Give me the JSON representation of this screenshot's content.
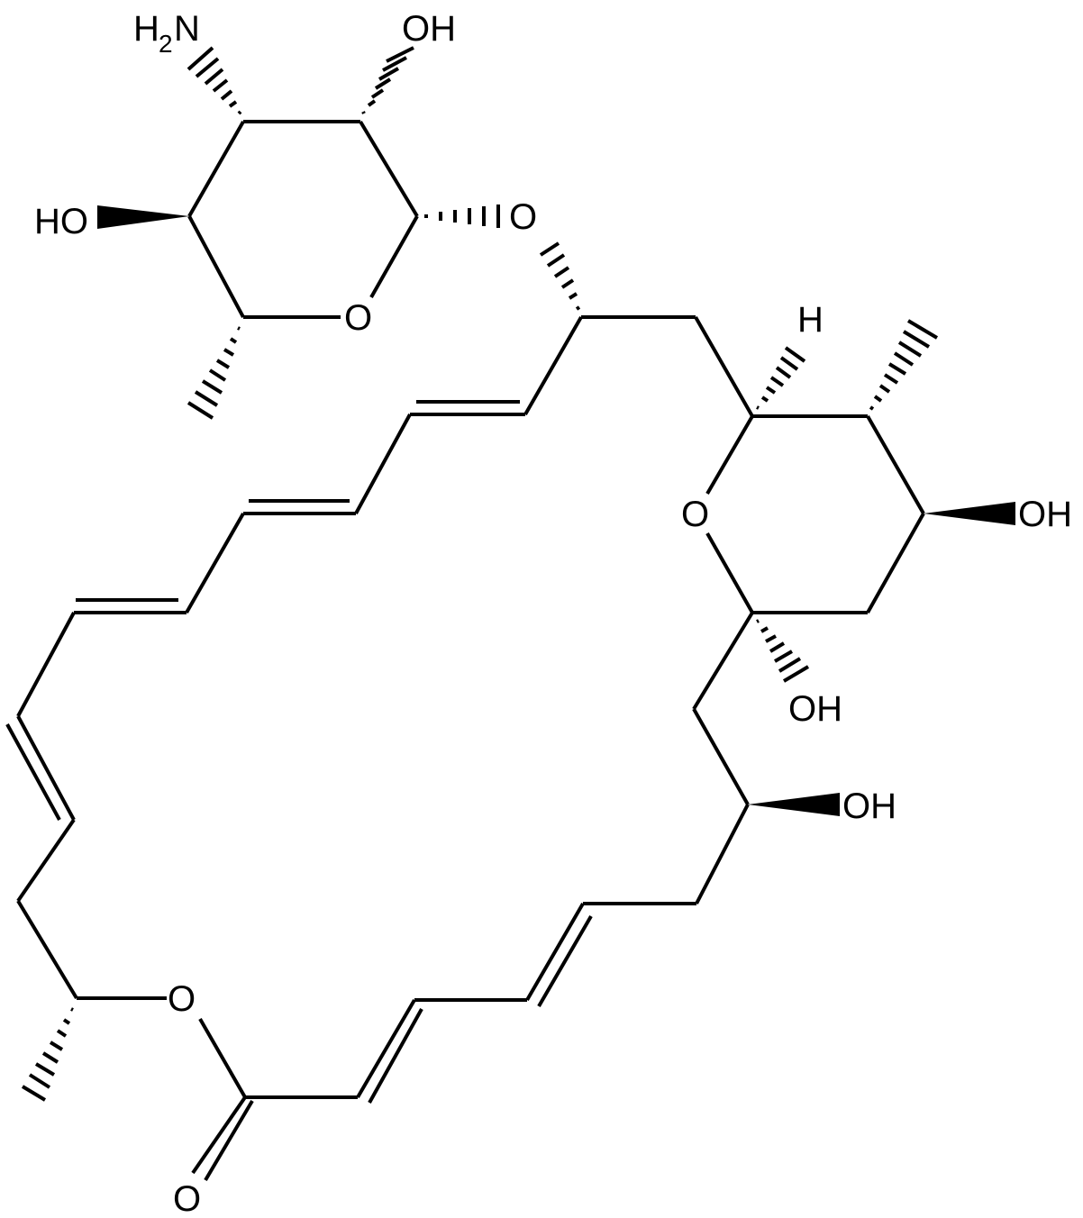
{
  "diagram": {
    "type": "chemical-structure",
    "description": "Macrolide polyene with aminosugar (mycosamine-like) and hemiketal pyran ring",
    "background": "#ffffff",
    "line_color": "#000000",
    "labels": {
      "amine": "H2N",
      "amine_H": "H",
      "amine_sub": "2",
      "amine_N": "N",
      "sugar_oh_top": "OH",
      "sugar_oh_left": "HO",
      "sugar_ring_o": "O",
      "glycosidic_o": "O",
      "pyran_h": "H",
      "pyran_ring_o": "O",
      "pyran_oh_right": "OH",
      "hemiketal_oh": "OH",
      "chain_oh": "OH",
      "ester_o": "O",
      "carbonyl_o": "O"
    }
  }
}
